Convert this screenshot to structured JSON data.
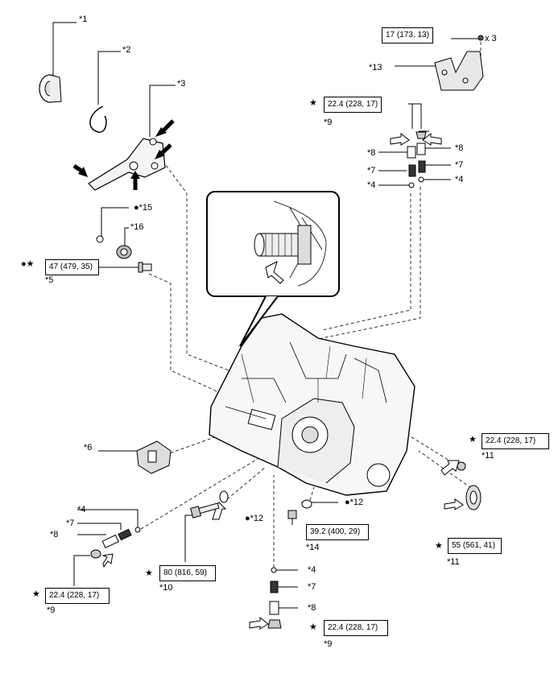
{
  "callouts": {
    "c1": "*1",
    "c2": "*2",
    "c3": "*3",
    "c4a": "*4",
    "c4b": "*4",
    "c4c": "*4",
    "c4d": "*4",
    "c5": "*5",
    "c6": "*6",
    "c7a": "*7",
    "c7b": "*7",
    "c7c": "*7",
    "c7d": "*7",
    "c8a": "*8",
    "c8b": "*8",
    "c8c": "*8",
    "c8d": "*8",
    "c9a": "*9",
    "c9b": "*9",
    "c9c": "*9",
    "c10": "*10",
    "c11a": "*11",
    "c11b": "*11",
    "c12a": "*12",
    "c12b": "*12",
    "c13": "*13",
    "c14": "*14",
    "c15": "*15",
    "c16": "*16"
  },
  "torque": {
    "t13": "17 (173, 13)",
    "t9top": "22.4 (228, 17)",
    "t5": "47 (479, 35)",
    "t11a": "22.4 (228, 17)",
    "t11b": "55 (561, 41)",
    "t14": "39.2 (400, 29)",
    "t10": "80 (816, 59)",
    "t9left": "22.4 (228, 17)",
    "t9bottom": "22.4 (228, 17)"
  },
  "quantity": "x 3",
  "symbols": {
    "star": "★",
    "dot": "●",
    "dot_star": "●★"
  }
}
